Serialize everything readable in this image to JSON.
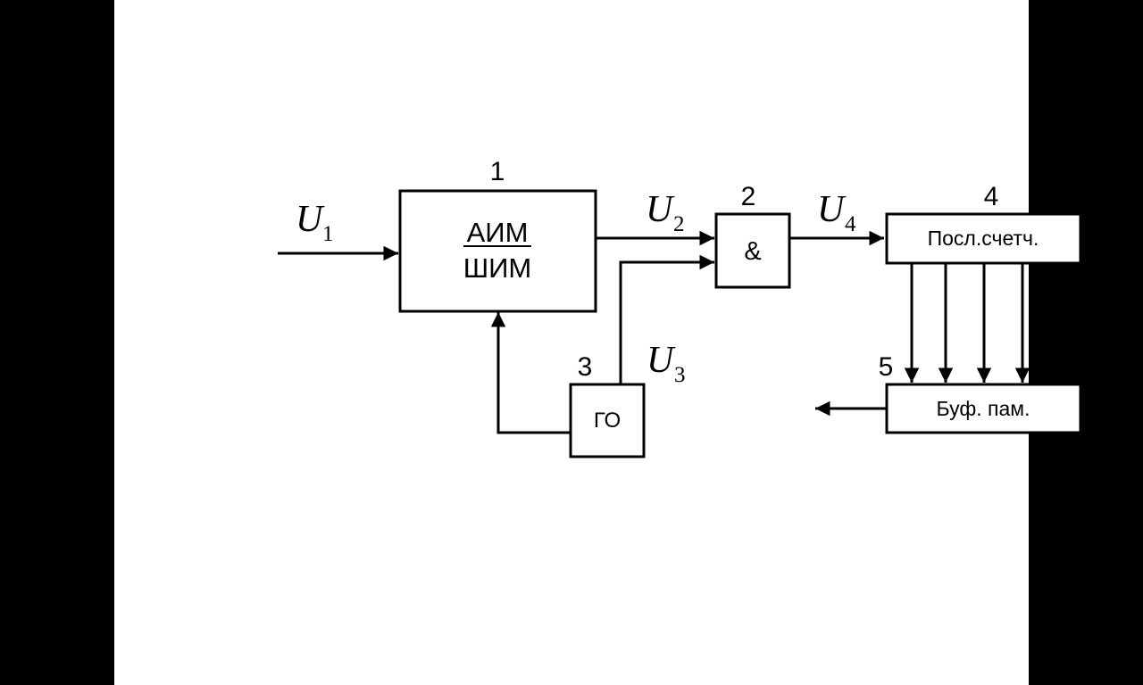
{
  "blocks": {
    "modulator": {
      "number": "1",
      "line1": "АИМ",
      "line2": "ШИМ"
    },
    "and_gate": {
      "number": "2",
      "label": "&"
    },
    "generator": {
      "number": "3",
      "label": "ГО"
    },
    "counter": {
      "number": "4",
      "label": "Посл.счетч."
    },
    "buffer": {
      "number": "5",
      "label": "Буф. пам."
    }
  },
  "signals": {
    "u1": {
      "letter": "U",
      "sub": "1"
    },
    "u2": {
      "letter": "U",
      "sub": "2"
    },
    "u3": {
      "letter": "U",
      "sub": "3"
    },
    "u4": {
      "letter": "U",
      "sub": "4"
    }
  }
}
